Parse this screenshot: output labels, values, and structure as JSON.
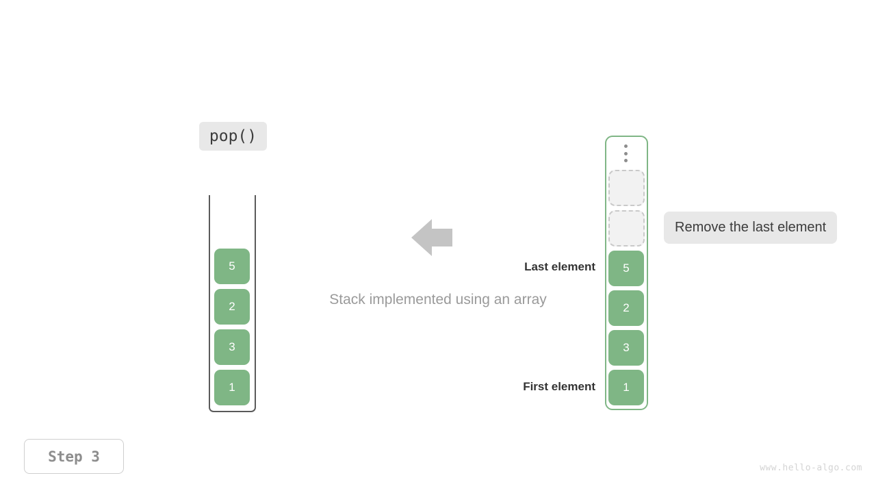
{
  "operation": {
    "label": "pop()"
  },
  "caption": {
    "text": "Stack implemented using an array"
  },
  "arrow": {
    "icon": "arrow-left-icon",
    "color": "#c4c4c4",
    "direction": "left"
  },
  "stack": {
    "title": "stack",
    "cells_bottom_to_top": [
      "1",
      "3",
      "2",
      "5"
    ],
    "cell_color": "#7fb685",
    "border_color": "#5a5a5a",
    "open_top": true
  },
  "array": {
    "title": "array",
    "border_color": "#7fb685",
    "overflow_icon": "vertical-ellipsis-icon",
    "slots_top_to_bottom": [
      {
        "state": "empty",
        "value": ""
      },
      {
        "state": "empty",
        "value": ""
      },
      {
        "state": "filled",
        "value": "5"
      },
      {
        "state": "filled",
        "value": "2"
      },
      {
        "state": "filled",
        "value": "3"
      },
      {
        "state": "filled",
        "value": "1"
      }
    ],
    "empty_fill": "#f2f2f2",
    "empty_border": "#c9c9c9"
  },
  "labels": {
    "last_element": "Last element",
    "first_element": "First element"
  },
  "annotation": {
    "text": "Remove the last element",
    "background": "#e8e8e8"
  },
  "step": {
    "label": "Step 3"
  },
  "watermark": {
    "text": "www.hello-algo.com"
  }
}
